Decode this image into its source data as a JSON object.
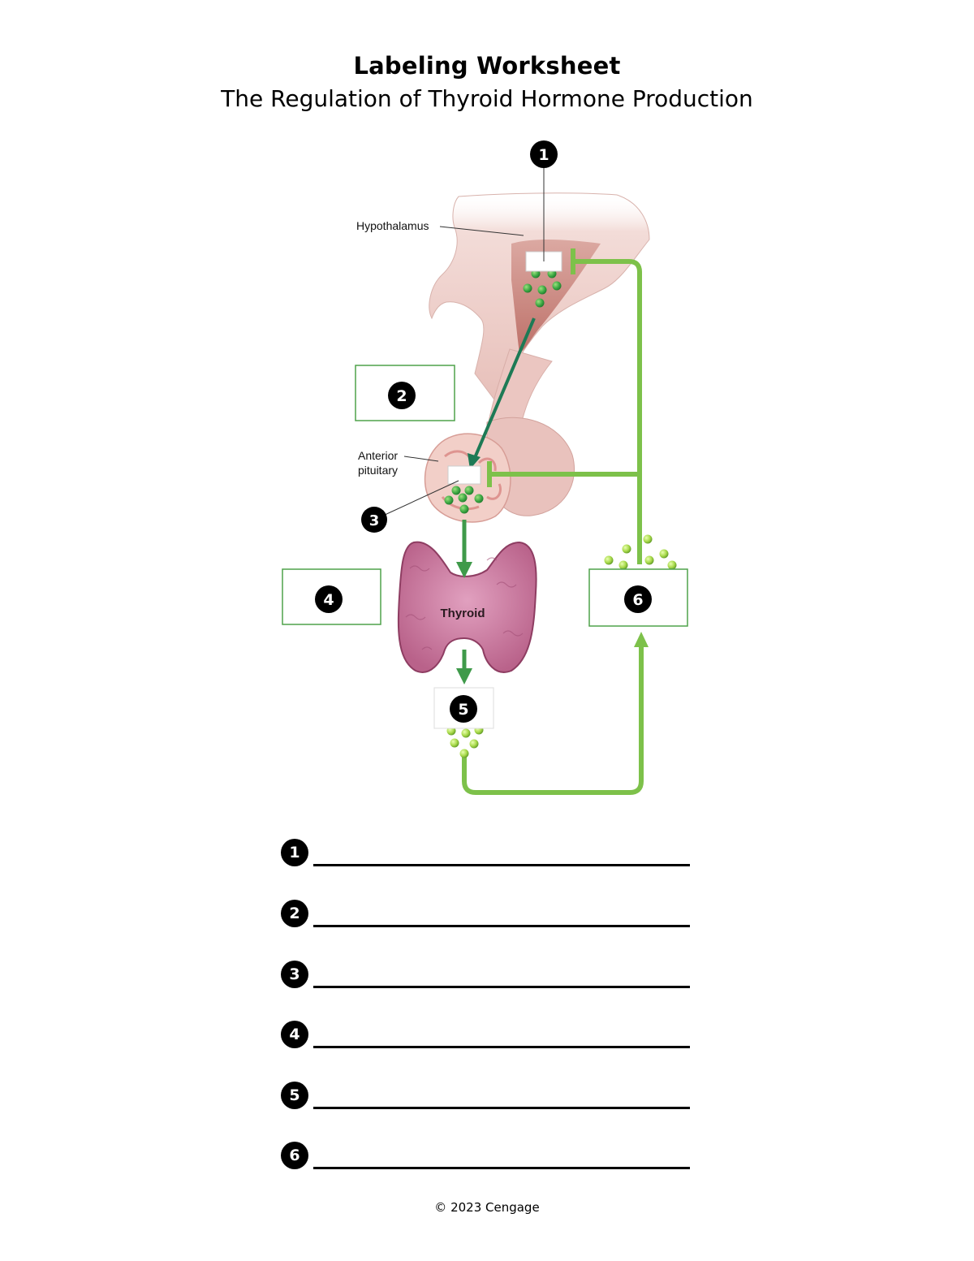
{
  "header": {
    "title": "Labeling Worksheet",
    "subtitle": "The Regulation of Thyroid Hormone Production"
  },
  "diagram": {
    "labels": {
      "hypothalamus": "Hypothalamus",
      "anterior_pituitary_line1": "Anterior",
      "anterior_pituitary_line2": "pituitary",
      "thyroid": "Thyroid"
    },
    "callouts": [
      "1",
      "2",
      "3",
      "4",
      "5",
      "6"
    ],
    "colors": {
      "feedback_green": "#7dc14a",
      "hormone_arrow_green": "#3f9a4a",
      "dark_arrow_green": "#1d7a55",
      "brain_tissue": "#ecc9c4",
      "thyroid_pink": "#c8749a"
    }
  },
  "answers": {
    "items": [
      {
        "number": "1",
        "value": ""
      },
      {
        "number": "2",
        "value": ""
      },
      {
        "number": "3",
        "value": ""
      },
      {
        "number": "4",
        "value": ""
      },
      {
        "number": "5",
        "value": ""
      },
      {
        "number": "6",
        "value": ""
      }
    ]
  },
  "footer": {
    "copyright": "© 2023 Cengage"
  }
}
